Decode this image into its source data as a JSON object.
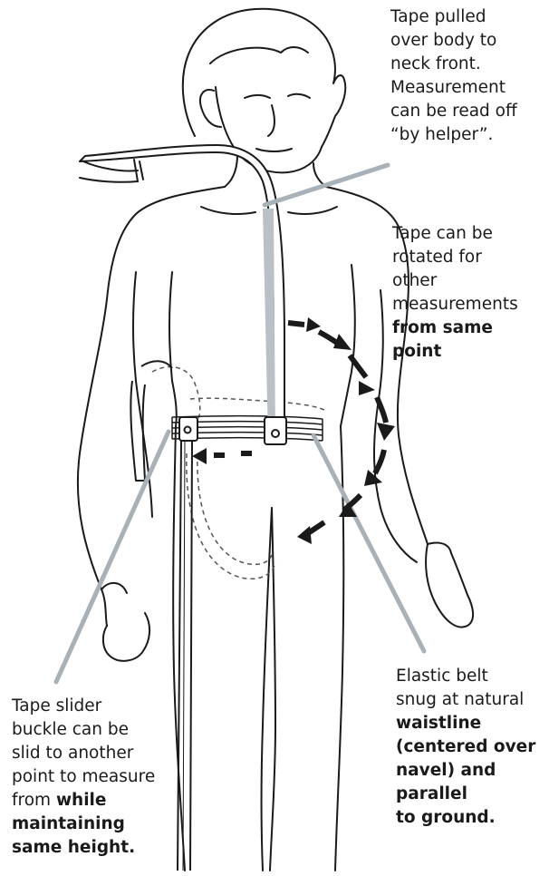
{
  "annotations": {
    "tape_pulled": {
      "lines": [
        "Tape pulled",
        "over body to",
        "neck front.",
        "Measurement",
        "can be read off",
        "“by helper”."
      ]
    },
    "tape_rotated": {
      "lines": [
        "Tape can be",
        "rotated for",
        "other",
        "measurements"
      ],
      "bold_lines": [
        "from same",
        "point"
      ]
    },
    "elastic_belt": {
      "lines": [
        "Elastic belt",
        "snug at natural"
      ],
      "bold_lines": [
        "waistline",
        "(centered over",
        "navel) and",
        "parallel",
        "to ground."
      ]
    },
    "slider": {
      "lines": [
        "Tape slider",
        "buckle can be",
        "slid to another",
        "point to measure"
      ],
      "mixed_prefix": "from ",
      "mixed_bold": "while",
      "bold_lines": [
        "maintaining",
        "same height."
      ]
    }
  },
  "colors": {
    "outline": "#1a1a1a",
    "tape_fill": "#b9c0c6",
    "leader_line": "#a9b1b8",
    "dashed_outline": "#555555"
  }
}
